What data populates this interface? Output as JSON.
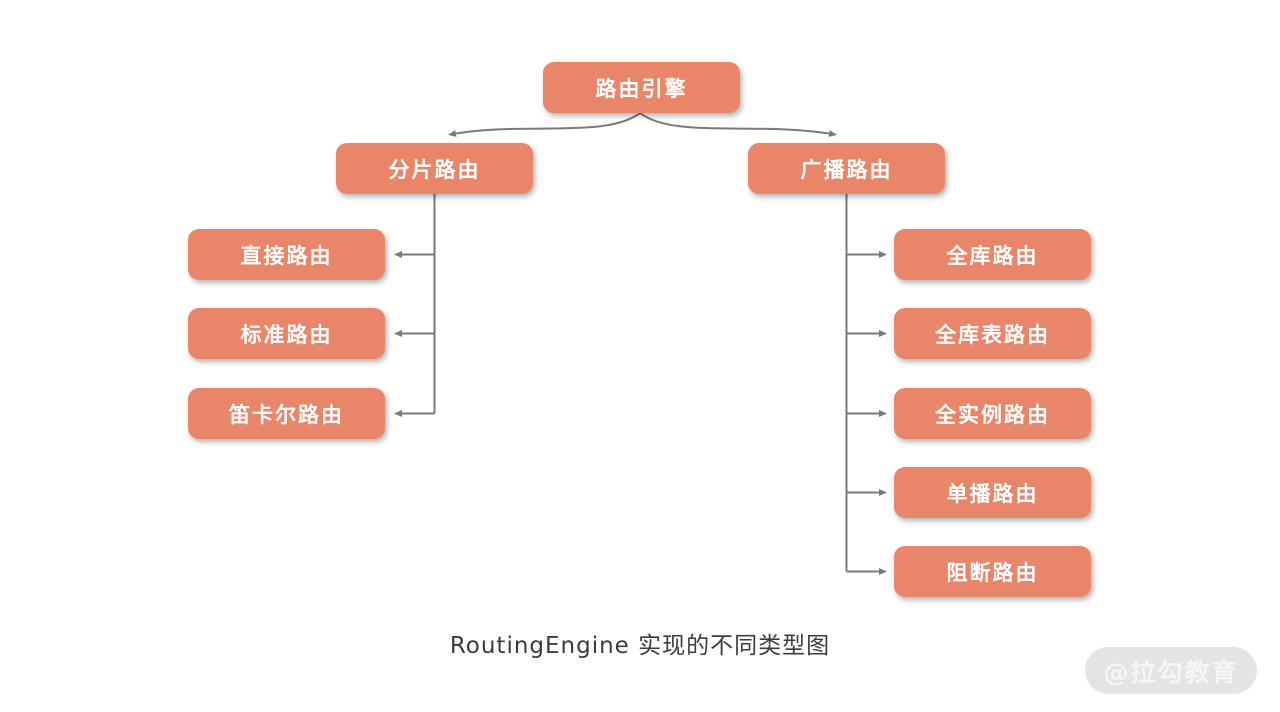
{
  "diagram": {
    "root": {
      "label": "路由引擎"
    },
    "left_branch": {
      "label": "分片路由",
      "children": [
        {
          "label": "直接路由"
        },
        {
          "label": "标准路由"
        },
        {
          "label": "笛卡尔路由"
        }
      ]
    },
    "right_branch": {
      "label": "广播路由",
      "children": [
        {
          "label": "全库路由"
        },
        {
          "label": "全库表路由"
        },
        {
          "label": "全实例路由"
        },
        {
          "label": "单播路由"
        },
        {
          "label": "阻断路由"
        }
      ]
    },
    "caption": "RoutingEngine 实现的不同类型图",
    "watermark": "@拉勾教育"
  },
  "colors": {
    "background": "#FFFFFF",
    "node_fill": "#E98568",
    "node_text": "#FFFFFF",
    "connector": "#7A7A7A",
    "caption_text": "#3C3C3C",
    "watermark_bg": "#E4E4E4",
    "watermark_text": "#F6F6F6"
  }
}
